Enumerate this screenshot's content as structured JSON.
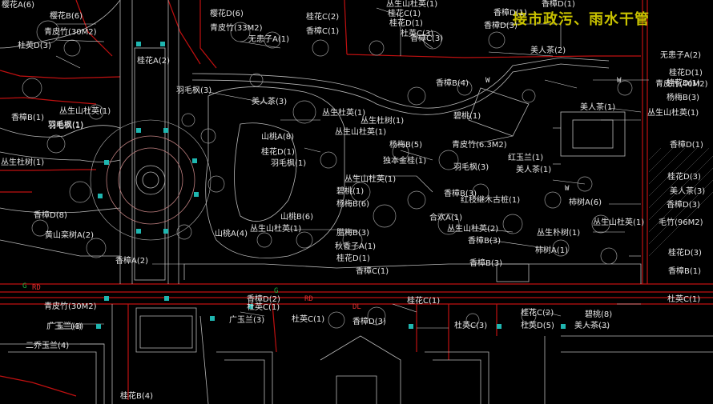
{
  "title": "接市政污、雨水干管",
  "colors": {
    "background": "#000000",
    "title": "#c9c200",
    "label": "#e6e6e6",
    "leader": "#d8d8d8",
    "boundary_red": "#c01010",
    "pipe_line": "#d01818",
    "outline_white": "#b8b8b8",
    "marker_cyan": "#1fb6b0",
    "circle_pink": "#c08080",
    "hatch": "#808080"
  },
  "pipe_labels": {
    "rd_left": "RD",
    "rd_right": "RD",
    "dl": "DL",
    "g_left": "G",
    "g_mid": "G",
    "w_top_1": "W",
    "w_top_2": "W",
    "w_right": "W"
  },
  "plant_labels": [
    "樱花A(6)",
    "樱花B(6)",
    "青皮竹(30M2)",
    "杜英D(3)",
    "樱花D(6)",
    "青皮竹(33M2)",
    "无患子A(1)",
    "桂花C(2)",
    "香樟C(1)",
    "桂花C(1)",
    "丛生山杜英(1)",
    "桂花D(1)",
    "杜英C(3)",
    "香樟C(3)",
    "香樟D(3)",
    "美人茶(2)",
    "无患子A(2)",
    "桂花D(1)",
    "青皮竹(40M2)",
    "杨梅B(3)",
    "桂花A(2)",
    "丛生山杜英(1)",
    "美人茶(1)",
    "丛生山杜英(1)",
    "香樟D(1)",
    "香樟B(1)",
    "羽毛枫(1)",
    "丛生山杜英(1)",
    "丛生杜树(1)",
    "羽毛枫(3)",
    "美人茶(3)",
    "丛生杜英(1)",
    "山桃A(8)",
    "桂花D(1)",
    "羽毛枫(1)",
    "杨梅B(5)",
    "独本金桂(1)",
    "香樟B(4)",
    "青皮竹(6.3M2)",
    "红玉兰(1)",
    "美人茶(1)",
    "羽毛枫(3)",
    "碧桃(1)",
    "丛生杜树(1)",
    "香樟D(1)",
    "羽毛枫(1)",
    "香樟D(8)",
    "黄山栾树A(2)",
    "香樟A(2)",
    "丛生山杜英(1)",
    "碧桃(1)",
    "杨梅B(6)",
    "山桃B(6)",
    "山桃A(4)",
    "丛生山杜英(1)",
    "香樟B(3)",
    "红枝继木古桩(1)",
    "合欢A(1)",
    "丛生山杜英(2)",
    "香樟B(3)",
    "丛生朴树(1)",
    "柿树A(1)",
    "柿树A(6)",
    "桂花D(3)",
    "美人茶(3)",
    "香樟D(3)",
    "毛竹(96M2)",
    "桂花D(3)",
    "香樟B(1)",
    "腊梅B(3)",
    "桂花D(1)",
    "秋香子A(1)",
    "桂花D(1)",
    "丛生山杜英(1)",
    "香樟D(1)",
    "杜英C(1)",
    "香樟D(2)",
    "青皮竹(30M2)",
    "广玉兰(3)",
    "桂花C(1)",
    "桂花C(2)",
    "碧桃(8)",
    "杜英C(3)",
    "杜英D(5)",
    "美人茶(3)",
    "香樟D(3)",
    "杜英C(1)",
    "广玉兰(3)",
    "广玉兰(4)",
    "二乔玉兰(4)",
    "桂花B(4)",
    "杜英C(1)",
    "香樟C(1)",
    "香樟B(3)"
  ]
}
